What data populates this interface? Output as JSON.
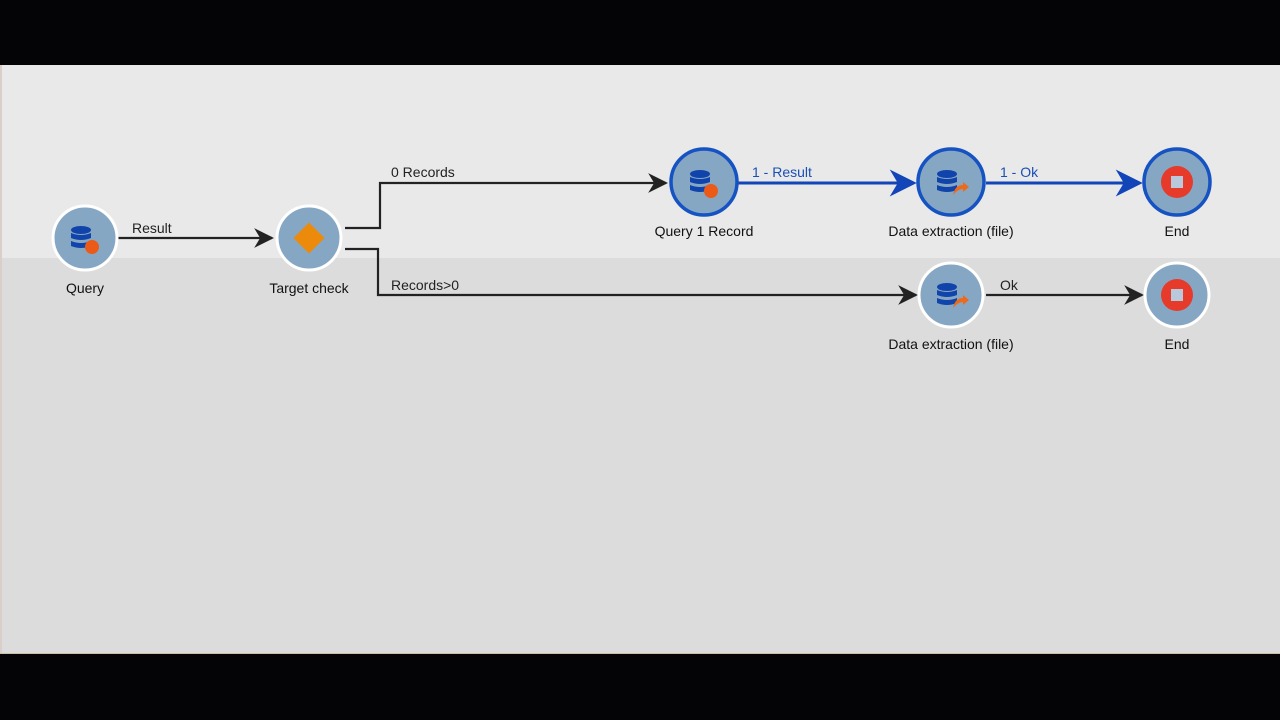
{
  "workflow": {
    "nodes": [
      {
        "id": "query",
        "label": "Query",
        "type": "query",
        "selected": false
      },
      {
        "id": "target-check",
        "label": "Target check",
        "type": "test",
        "selected": false
      },
      {
        "id": "query-1-record",
        "label": "Query 1 Record",
        "type": "query",
        "selected": true
      },
      {
        "id": "data-extraction-1",
        "label": "Data extraction (file)",
        "type": "extraction",
        "selected": true
      },
      {
        "id": "end-1",
        "label": "End",
        "type": "end",
        "selected": true
      },
      {
        "id": "data-extraction-2",
        "label": "Data extraction (file)",
        "type": "extraction",
        "selected": false
      },
      {
        "id": "end-2",
        "label": "End",
        "type": "end",
        "selected": false
      }
    ],
    "transitions": [
      {
        "from": "query",
        "to": "target-check",
        "label": "Result",
        "selected": false
      },
      {
        "from": "target-check",
        "to": "query-1-record",
        "label": "0 Records",
        "selected": false
      },
      {
        "from": "target-check",
        "to": "data-extraction-2",
        "label": "Records>0",
        "selected": false
      },
      {
        "from": "query-1-record",
        "to": "data-extraction-1",
        "label": "1 - Result",
        "selected": true
      },
      {
        "from": "data-extraction-1",
        "to": "end-1",
        "label": "1 - Ok",
        "selected": true
      },
      {
        "from": "data-extraction-2",
        "to": "end-2",
        "label": "Ok",
        "selected": false
      }
    ]
  },
  "colors": {
    "node_fill": "#86a7c4",
    "selected_border": "#1552c2",
    "selected_line": "#1145b8",
    "line": "#222222",
    "db_icon": "#1144aa",
    "badge_orange": "#ec5a18",
    "diamond_orange": "#ec8a0c",
    "end_red": "#e63b2a"
  }
}
